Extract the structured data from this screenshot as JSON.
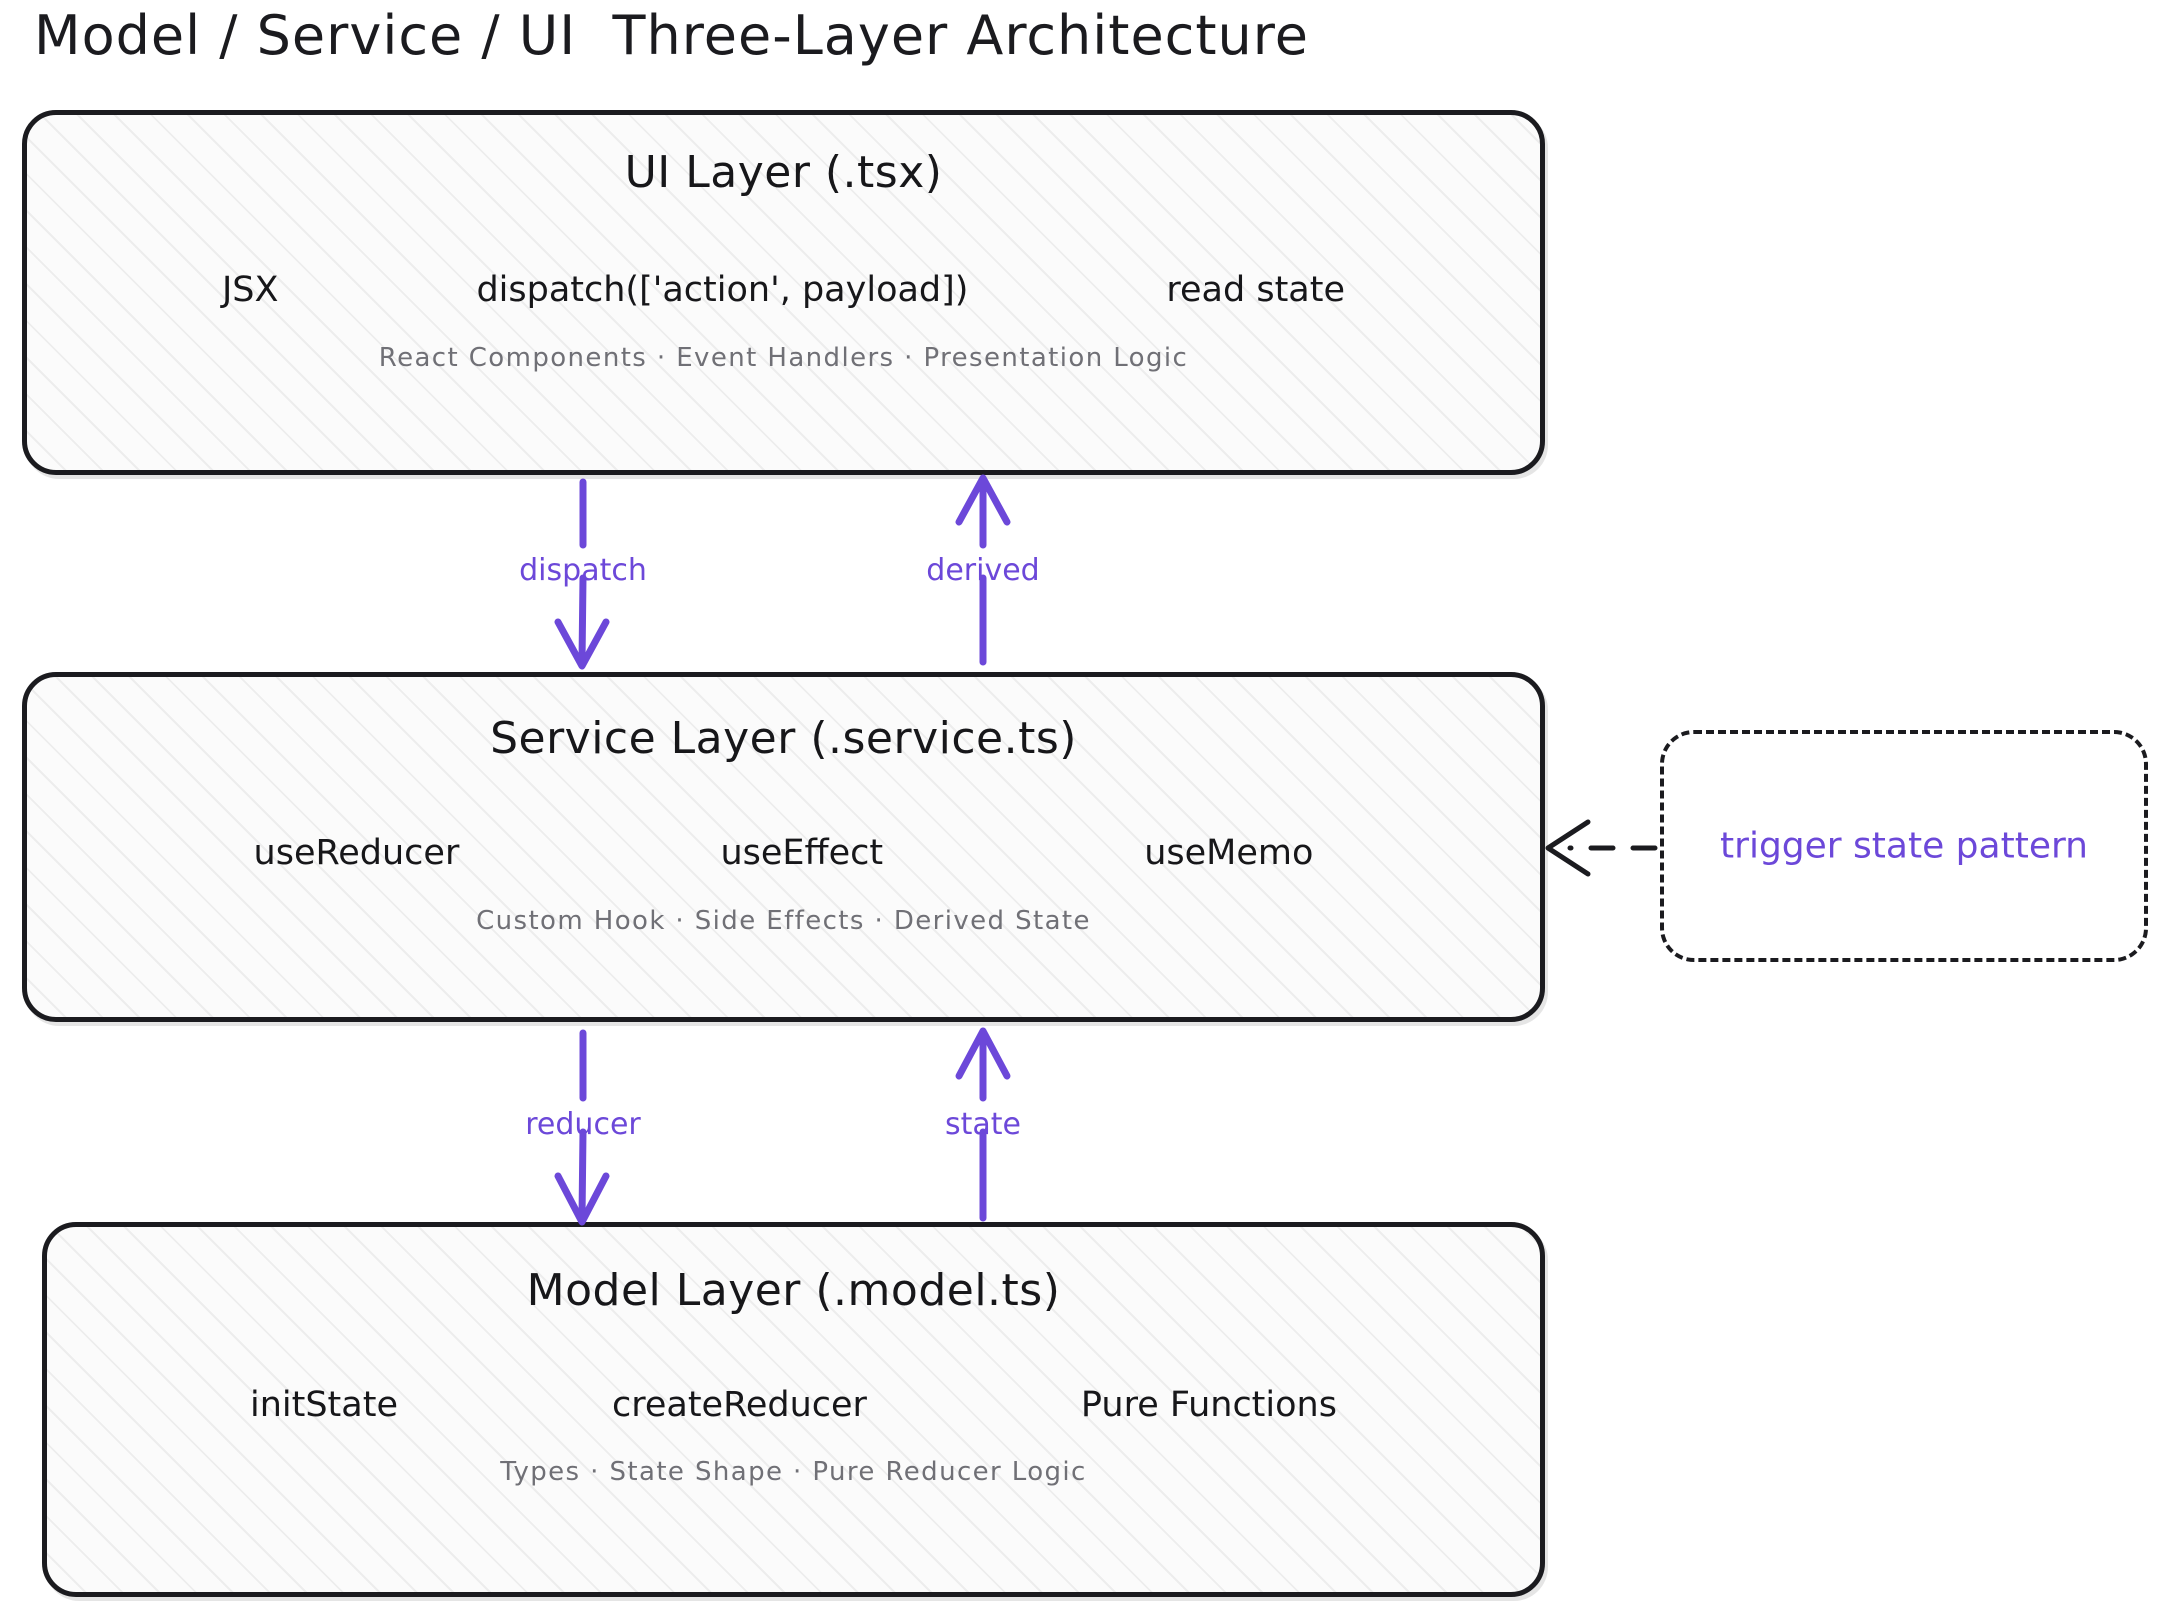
{
  "diagram": {
    "title": "Model / Service / UI  Three-Layer Architecture",
    "accent_color": "#6c48d9",
    "stroke_color": "#1b1b1f",
    "muted_text_color": "#707076",
    "box_fill": "#fbfbfb"
  },
  "layers": [
    {
      "id": "ui",
      "heading": "UI Layer (.tsx)",
      "items": [
        "JSX",
        "dispatch(['action', payload])",
        "read state"
      ],
      "subtitle": "React Components · Event Handlers · Presentation Logic"
    },
    {
      "id": "service",
      "heading": "Service Layer (.service.ts)",
      "items": [
        "useReducer",
        "useEffect",
        "useMemo"
      ],
      "subtitle": "Custom Hook · Side Effects · Derived State"
    },
    {
      "id": "model",
      "heading": "Model Layer (.model.ts)",
      "items": [
        "initState",
        "createReducer",
        "Pure Functions"
      ],
      "subtitle": "Types · State Shape · Pure Reducer Logic"
    }
  ],
  "connectors": [
    {
      "id": "dispatch",
      "label": "dispatch",
      "from": "ui",
      "to": "service",
      "direction": "down"
    },
    {
      "id": "derived",
      "label": "derived",
      "from": "service",
      "to": "ui",
      "direction": "up"
    },
    {
      "id": "reducer",
      "label": "reducer",
      "from": "service",
      "to": "model",
      "direction": "down"
    },
    {
      "id": "state",
      "label": "state",
      "from": "model",
      "to": "service",
      "direction": "up"
    }
  ],
  "annotation": {
    "label": "trigger state pattern",
    "style": "dashed",
    "points_to": "service"
  }
}
